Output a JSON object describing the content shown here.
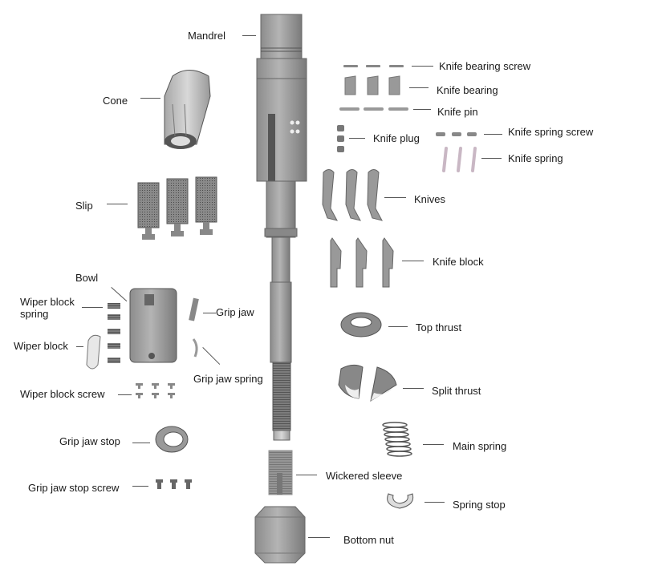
{
  "diagram": {
    "type": "exploded-view",
    "subject": "Mandrel assembly",
    "labels": {
      "mandrel": "Mandrel",
      "cone": "Cone",
      "slip": "Slip",
      "bowl": "Bowl",
      "wiper_block_spring_1": "Wiper block",
      "wiper_block_spring_2": "spring",
      "wiper_block": "Wiper block",
      "grip_jaw": "Grip jaw",
      "grip_jaw_spring": "Grip jaw spring",
      "wiper_block_screw": "Wiper block screw",
      "grip_jaw_stop": "Grip jaw stop",
      "grip_jaw_stop_screw": "Grip jaw stop screw",
      "knife_bearing_screw": "Knife bearing screw",
      "knife_bearing": "Knife bearing",
      "knife_pin": "Knife pin",
      "knife_plug": "Knife plug",
      "knife_spring_screw": "Knife spring screw",
      "knife_spring": "Knife spring",
      "knives": "Knives",
      "knife_block": "Knife block",
      "top_thrust": "Top thrust",
      "split_thrust": "Split thrust",
      "main_spring": "Main spring",
      "wickered_sleeve": "Wickered sleeve",
      "spring_stop": "Spring stop",
      "bottom_nut": "Bottom nut"
    },
    "colors": {
      "part_fill": "#9a9a9a",
      "part_dark": "#6e6e6e",
      "part_light": "#c8c8c8",
      "leader_line": "#555555",
      "text": "#1a1a1a",
      "spring_pink": "#c9b7c4"
    }
  }
}
